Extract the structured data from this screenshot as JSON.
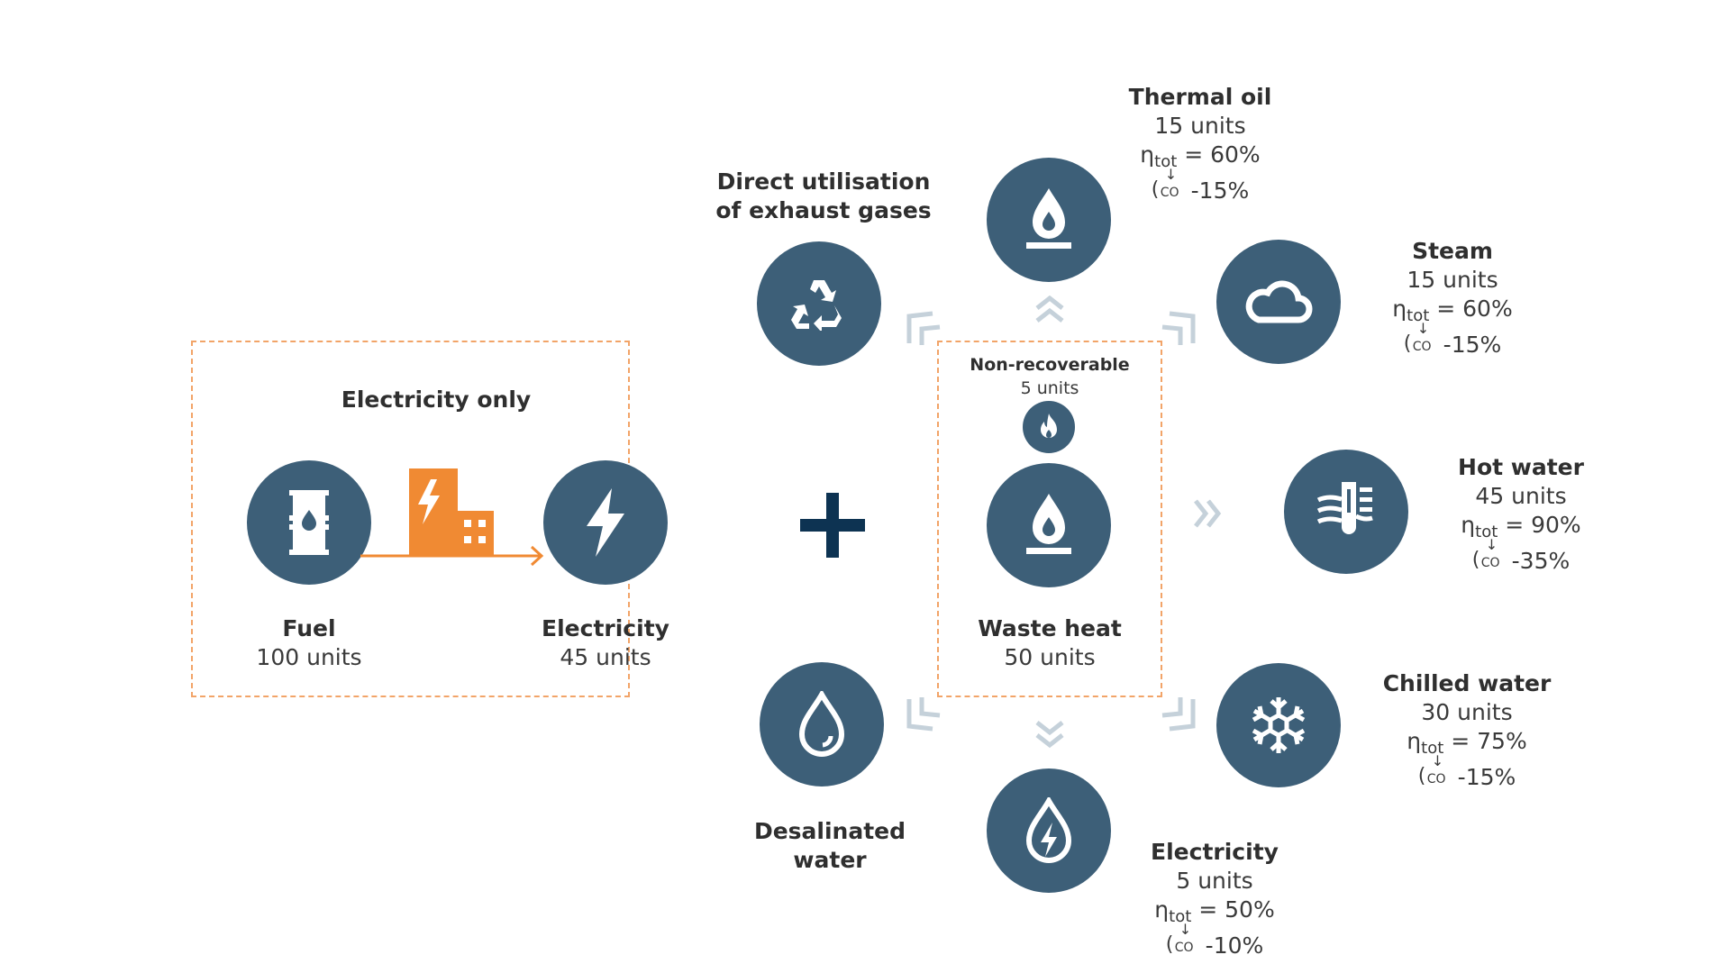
{
  "colors": {
    "node_fill": "#3d5f78",
    "accent_orange": "#f08a33",
    "dashed_border": "#f2a468",
    "chevron": "#c5d1da",
    "plus": "#0d3352",
    "text": "#333333"
  },
  "electricity_only": {
    "title": "Electricity only",
    "fuel": {
      "title": "Fuel",
      "units": "100 units",
      "icon": "oil-barrel-icon"
    },
    "plant_icon": "power-plant-icon",
    "electricity": {
      "title": "Electricity",
      "units": "45 units",
      "icon": "lightning-icon"
    }
  },
  "plus_symbol": "+",
  "waste_heat": {
    "title": "Waste heat",
    "units": "50 units",
    "icon": "flame-burner-icon",
    "non_recoverable": {
      "title": "Non-recoverable",
      "units": "5 units",
      "icon": "fire-icon"
    }
  },
  "outputs": {
    "direct_utilisation": {
      "title_line1": "Direct utilisation",
      "title_line2": "of exhaust gases",
      "icon": "recycle-icon"
    },
    "thermal_oil": {
      "title": "Thermal oil",
      "units": "15 units",
      "eta_symbol": "η",
      "eta_sub": "tot",
      "eta_value": " = 60%",
      "co2_label": "CO",
      "co2_value": " -15%",
      "icon": "flame-burner-icon"
    },
    "steam": {
      "title": "Steam",
      "units": "15 units",
      "eta_symbol": "η",
      "eta_sub": "tot",
      "eta_value": " = 60%",
      "co2_label": "CO",
      "co2_value": " -15%",
      "icon": "cloud-icon"
    },
    "hot_water": {
      "title": "Hot water",
      "units": "45 units",
      "eta_symbol": "η",
      "eta_sub": "tot",
      "eta_value": " = 90%",
      "co2_label": "CO",
      "co2_value": " -35%",
      "icon": "thermometer-heat-icon"
    },
    "chilled_water": {
      "title": "Chilled water",
      "units": "30 units",
      "eta_symbol": "η",
      "eta_sub": "tot",
      "eta_value": " = 75%",
      "co2_label": "CO",
      "co2_value": " -15%",
      "icon": "snowflake-icon"
    },
    "electricity": {
      "title": "Electricity",
      "units": "5 units",
      "eta_symbol": "η",
      "eta_sub": "tot",
      "eta_value": " = 50%",
      "co2_label": "CO",
      "co2_value": " -10%",
      "icon": "water-power-icon"
    },
    "desalinated_water": {
      "title_line1": "Desalinated",
      "title_line2": "water",
      "icon": "water-drop-icon"
    }
  }
}
